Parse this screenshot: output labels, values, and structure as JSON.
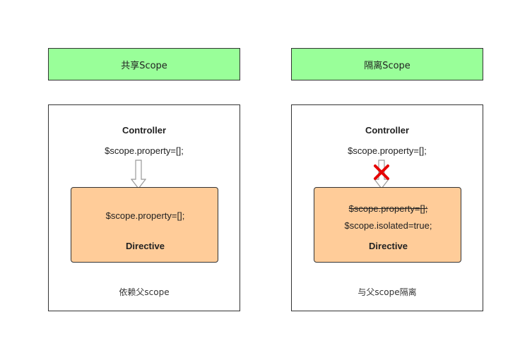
{
  "left": {
    "title": "共享Scope",
    "controller_label": "Controller",
    "controller_code": "$scope.property=[];",
    "directive_code": "$scope.property=[];",
    "directive_label": "Directive",
    "caption": "依赖父scope"
  },
  "right": {
    "title": "隔离Scope",
    "controller_label": "Controller",
    "controller_code": "$scope.property=[];",
    "directive_code_struck": "$scope.property=[];",
    "directive_code_isolated": "$scope.isolated=true;",
    "directive_label": "Directive",
    "caption": "与父scope隔离"
  },
  "colors": {
    "title_fill": "#99ff99",
    "directive_fill": "#ffcc99",
    "cross": "#e60000"
  },
  "icons": {
    "arrow": "down-arrow-icon",
    "blocked": "red-cross-icon"
  }
}
